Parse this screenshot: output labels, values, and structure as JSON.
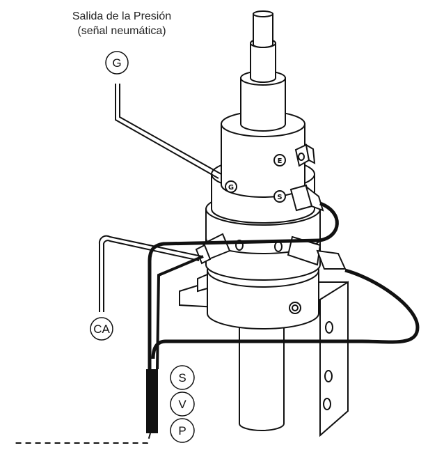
{
  "title": {
    "line1": "Salida de la Presión",
    "line2": "(señal neumática)"
  },
  "callouts": {
    "output": "G",
    "air_supply": "CA",
    "s": "S",
    "v": "V",
    "p": "P"
  },
  "body_ports": {
    "e": "E",
    "g": "G",
    "s": "S"
  }
}
